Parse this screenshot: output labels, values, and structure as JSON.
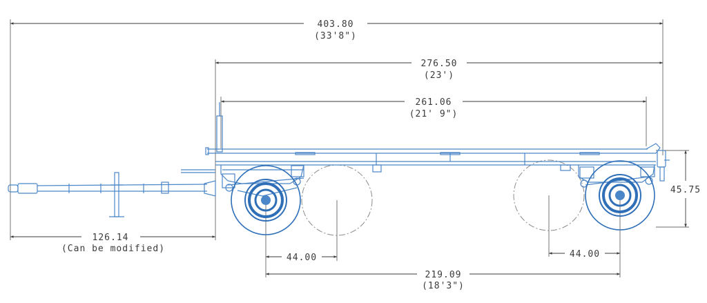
{
  "colors": {
    "trailer": "#4a86c8",
    "wheel": "#2f6fb8",
    "dimension": "#3a3a3a"
  },
  "dimensions": {
    "overall_length": {
      "value": "403.80",
      "note": "(33'8\")"
    },
    "bed_length": {
      "value": "276.50",
      "note": "(23')"
    },
    "deck_length": {
      "value": "261.06",
      "note": "(21' 9\")"
    },
    "height": {
      "value": "45.75"
    },
    "tongue_length": {
      "value": "126.14",
      "note": "(Can be modified)"
    },
    "front_axle_adjust": {
      "value": "44.00"
    },
    "rear_axle_adjust": {
      "value": "44.00"
    },
    "wheelbase": {
      "value": "219.09",
      "note": "(18'3\")"
    }
  }
}
